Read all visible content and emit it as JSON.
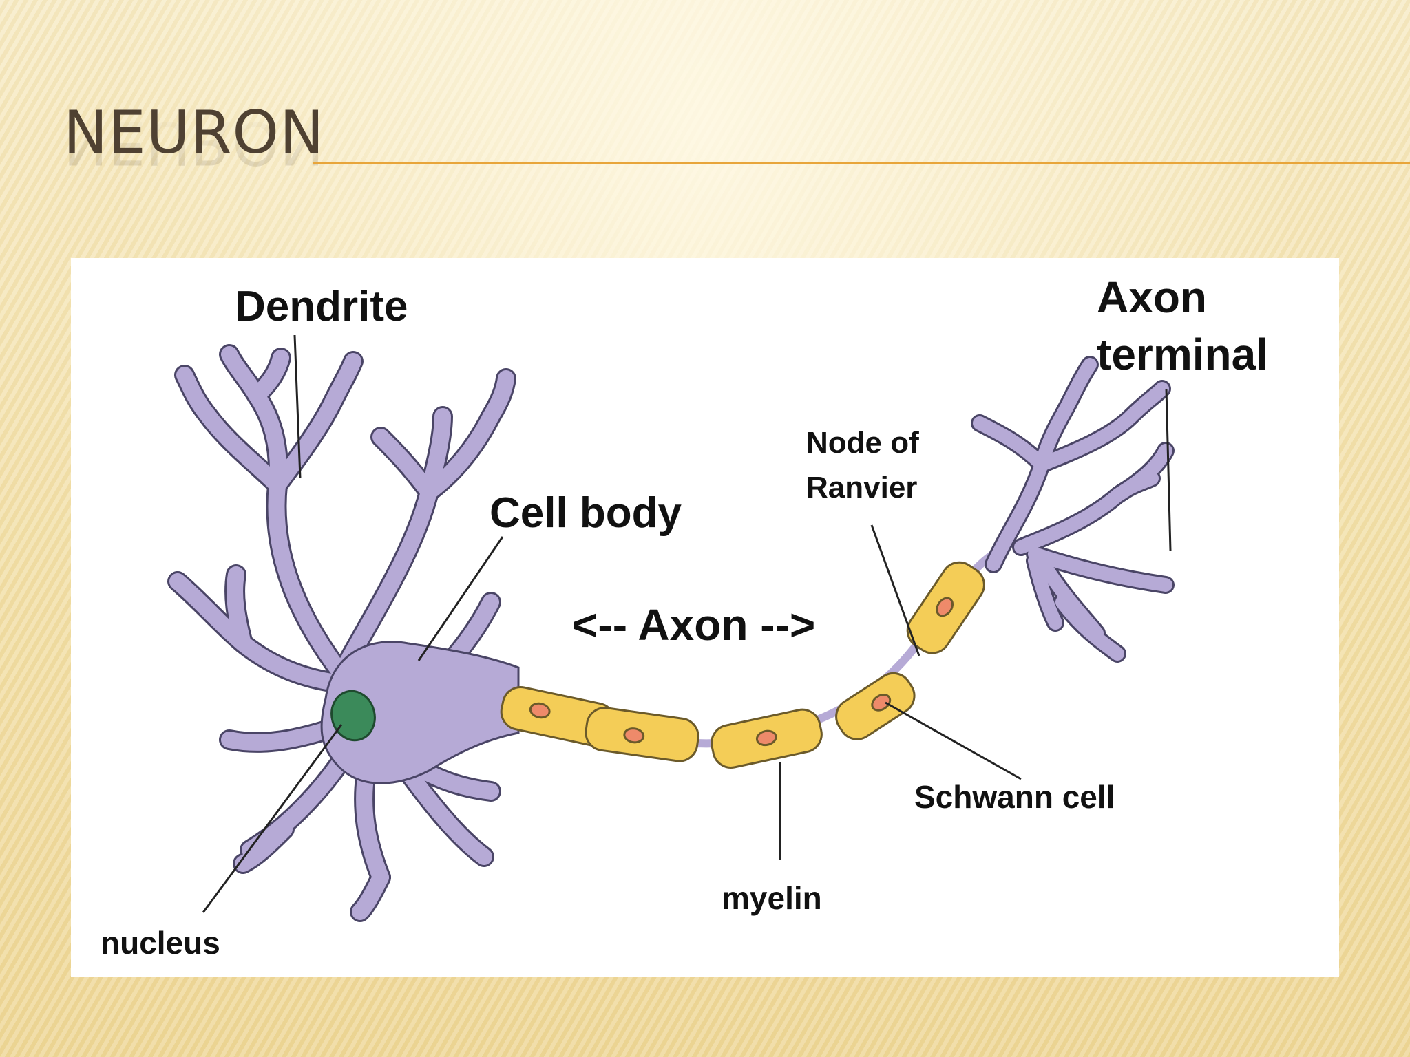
{
  "slide": {
    "title": "NEURON"
  },
  "diagram": {
    "labels": {
      "dendrite": "Dendrite",
      "cell_body": "Cell body",
      "axon": "<-- Axon -->",
      "axon_terminal_line1": "Axon",
      "axon_terminal_line2": "terminal",
      "node_of_ranvier_line1": "Node of",
      "node_of_ranvier_line2": "Ranvier",
      "schwann_cell": "Schwann cell",
      "myelin": "myelin",
      "nucleus": "nucleus"
    },
    "colors": {
      "neuron_body": "#b6aad6",
      "neuron_outline": "#4a4566",
      "myelin_fill": "#f4cd57",
      "myelin_outline": "#6b5a2a",
      "schwann_nucleus": "#ee8a6a",
      "cell_nucleus": "#3b8a5a",
      "title_rule": "#e8a53a"
    }
  }
}
